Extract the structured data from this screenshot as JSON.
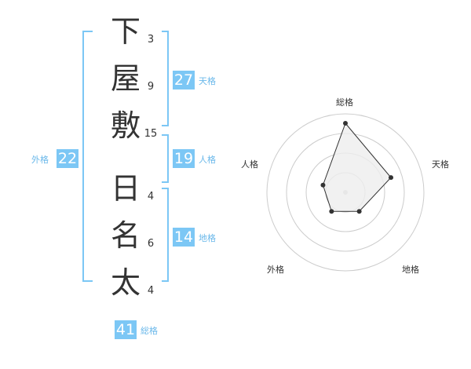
{
  "surname": [
    {
      "char": "下",
      "strokes": "3"
    },
    {
      "char": "屋",
      "strokes": "9"
    },
    {
      "char": "敷",
      "strokes": "15"
    }
  ],
  "given": [
    {
      "char": "日",
      "strokes": "4"
    },
    {
      "char": "名",
      "strokes": "6"
    },
    {
      "char": "太",
      "strokes": "4"
    }
  ],
  "fortunes": {
    "tenkaku": {
      "value": "27",
      "label": "天格"
    },
    "jinkaku": {
      "value": "19",
      "label": "人格"
    },
    "chikaku": {
      "value": "14",
      "label": "地格"
    },
    "gaikaku": {
      "value": "22",
      "label": "外格"
    },
    "soukaku": {
      "value": "41",
      "label": "総格"
    }
  },
  "radar": {
    "axes": [
      "総格",
      "天格",
      "地格",
      "外格",
      "人格"
    ],
    "levels": 4,
    "values": [
      0.88,
      0.61,
      0.3,
      0.3,
      0.3
    ],
    "line_color": "#333333",
    "fill_color": "#eeeeee",
    "ring_color": "#cccccc"
  },
  "colors": {
    "accent": "#7cc7f5",
    "tag": "#6ab8ea",
    "bracket": "#7cc7f5"
  }
}
